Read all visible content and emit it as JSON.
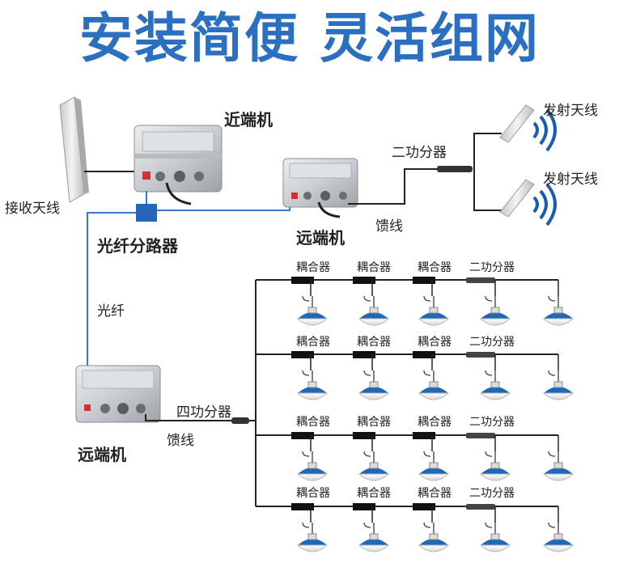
{
  "title": "安装简便 灵活组网",
  "labels": {
    "near_unit": "近端机",
    "receive_antenna": "接收天线",
    "fiber_splitter": "光纤分路器",
    "remote_unit_top": "远端机",
    "feeder_top": "馈线",
    "two_way_splitter_top": "二功分器",
    "transmit_antenna_1": "发射天线",
    "transmit_antenna_2": "发射天线",
    "fiber": "光纤",
    "remote_unit_bottom": "远端机",
    "four_way_splitter": "四功分器",
    "feeder_bottom": "馈线"
  },
  "branches": [
    {
      "couplers": [
        "耦合器",
        "耦合器",
        "耦合器"
      ],
      "splitter": "二功分器"
    },
    {
      "couplers": [
        "耦合器",
        "耦合器",
        "耦合器"
      ],
      "splitter": "二功分器"
    },
    {
      "couplers": [
        "耦合器",
        "耦合器",
        "耦合器"
      ],
      "splitter": "二功分器"
    },
    {
      "couplers": [
        "耦合器",
        "耦合器",
        "耦合器"
      ],
      "splitter": "二功分器"
    }
  ],
  "colors": {
    "title": "#2a6fc0",
    "fiber_line": "#3a78c8",
    "splitter_box": "#2466b8",
    "coax_line": "#222222",
    "antenna_blue": "#1f67b8",
    "signal_wave": "#1a5cb0"
  }
}
